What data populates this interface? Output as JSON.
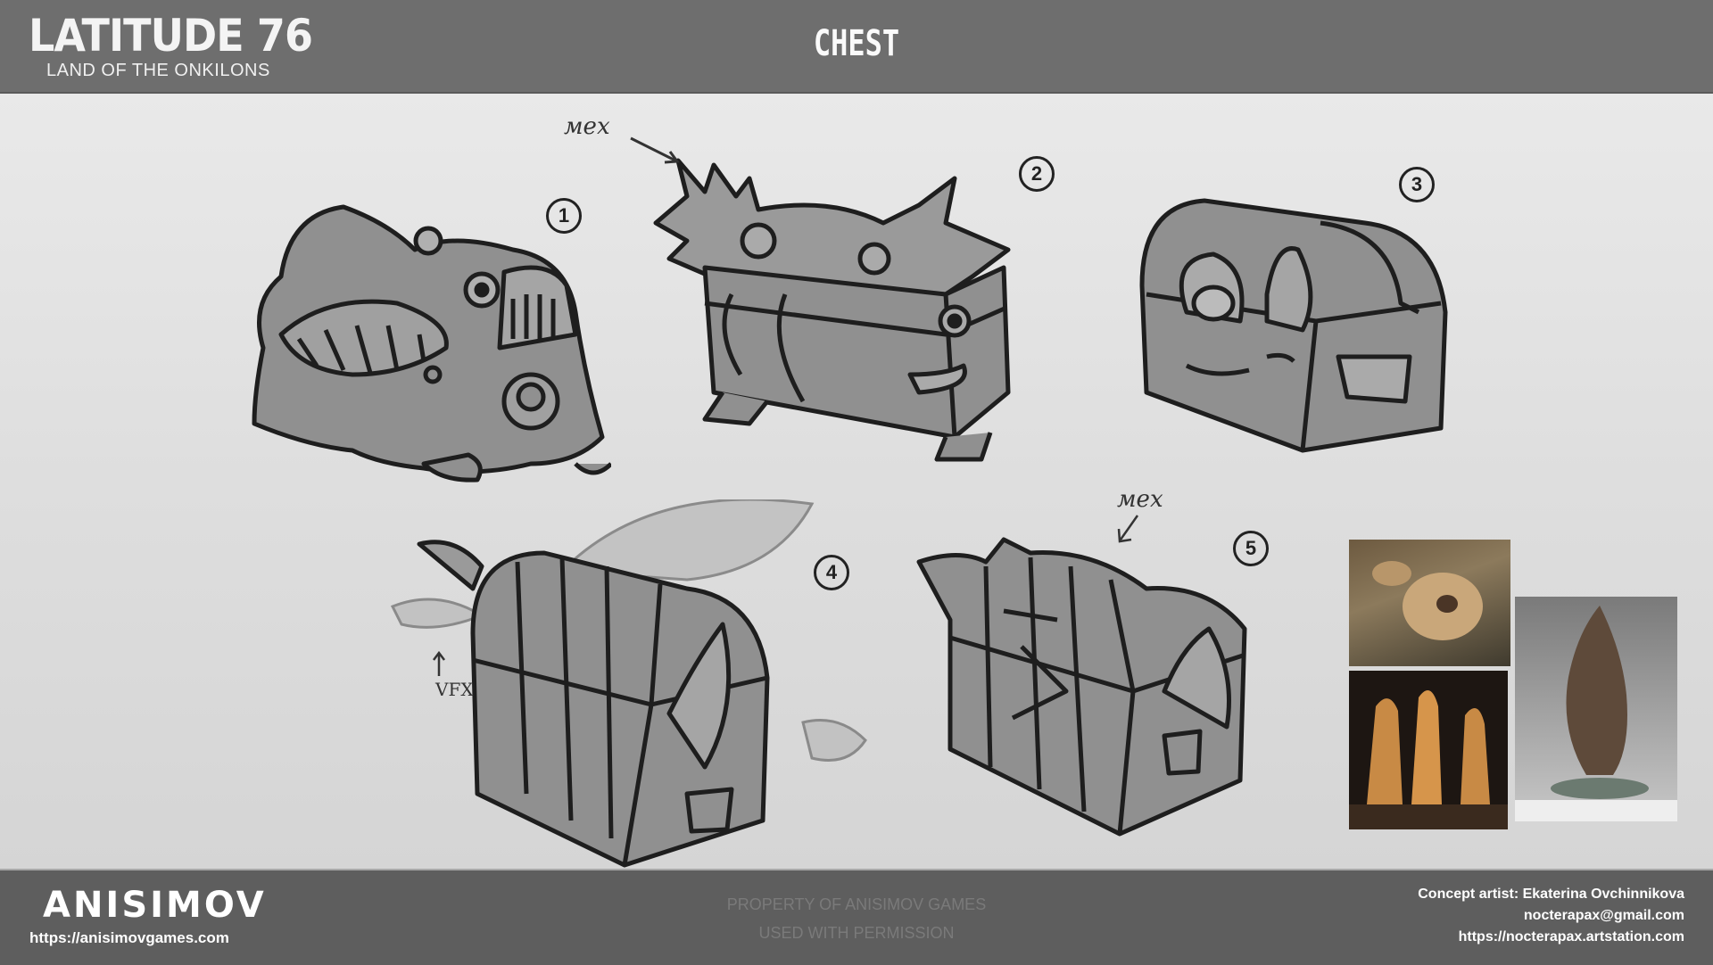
{
  "header": {
    "logo_title": "LATITUDE 76",
    "logo_subtitle": "LAND OF THE ONKILONS",
    "page_title": "CHEST"
  },
  "sketches": {
    "labels": [
      "1",
      "2",
      "3",
      "4",
      "5"
    ],
    "annotations": {
      "fur_note_1": "мех",
      "fur_note_2": "мех",
      "vfx_note": "VFX"
    }
  },
  "footer": {
    "brand": "ANISIMOV",
    "brand_url": "https://anisimovgames.com",
    "property_line1": "PROPERTY OF ANISIMOV GAMES",
    "property_line2": "USED WITH PERMISSION",
    "concept_artist": "Concept artist: Ekaterina Ovchinnikova",
    "email": "nocterapax@gmail.com",
    "artstation": "https://nocterapax.artstation.com"
  },
  "colors": {
    "header_bg": "#6e6e6e",
    "footer_bg": "#5e5e5e",
    "sketch_fill": "#909090",
    "sketch_line": "#1e1e1e"
  }
}
